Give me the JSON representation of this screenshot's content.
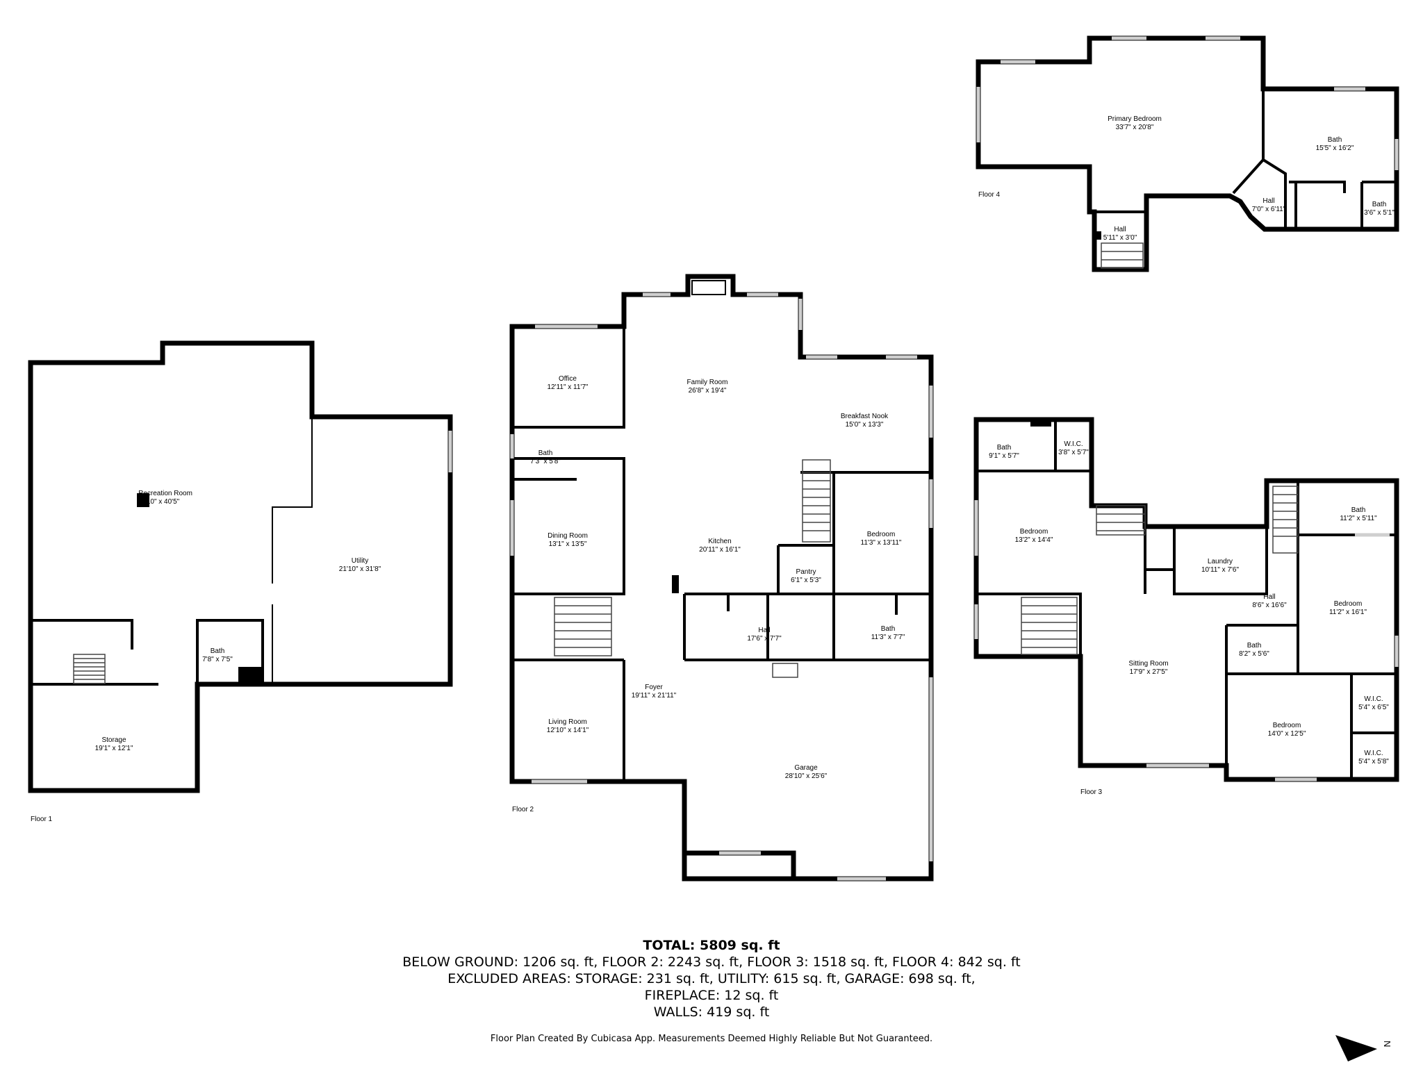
{
  "floors": {
    "floor1": {
      "label": "Floor 1",
      "rooms": [
        {
          "name": "Recreation Room",
          "dims": "32'10\" x 40'5\""
        },
        {
          "name": "Utility",
          "dims": "21'10\" x 31'8\""
        },
        {
          "name": "Bath",
          "dims": "7'8\" x 7'5\""
        },
        {
          "name": "Storage",
          "dims": "19'1\" x 12'1\""
        }
      ]
    },
    "floor2": {
      "label": "Floor 2",
      "rooms": [
        {
          "name": "Office",
          "dims": "12'11\" x 11'7\""
        },
        {
          "name": "Family Room",
          "dims": "26'8\" x 19'4\""
        },
        {
          "name": "Breakfast Nook",
          "dims": "15'0\" x 13'3\""
        },
        {
          "name": "Bath",
          "dims": "7'3\" x 5'8\""
        },
        {
          "name": "Dining Room",
          "dims": "13'1\" x 13'5\""
        },
        {
          "name": "Kitchen",
          "dims": "20'11\" x 16'1\""
        },
        {
          "name": "Bedroom",
          "dims": "11'3\" x 13'11\""
        },
        {
          "name": "Pantry",
          "dims": "6'1\" x 5'3\""
        },
        {
          "name": "Hall",
          "dims": "17'6\" x 7'7\""
        },
        {
          "name": "Bath",
          "dims": "11'3\" x 7'7\""
        },
        {
          "name": "Foyer",
          "dims": "19'11\" x 21'11\""
        },
        {
          "name": "Living Room",
          "dims": "12'10\" x 14'1\""
        },
        {
          "name": "Garage",
          "dims": "28'10\" x 25'6\""
        }
      ]
    },
    "floor3": {
      "label": "Floor 3",
      "rooms": [
        {
          "name": "Bath",
          "dims": "9'1\" x 5'7\""
        },
        {
          "name": "W.I.C.",
          "dims": "3'8\" x 5'7\""
        },
        {
          "name": "Bedroom",
          "dims": "13'2\" x 14'4\""
        },
        {
          "name": "Bath",
          "dims": "11'2\" x 5'11\""
        },
        {
          "name": "Laundry",
          "dims": "10'11\" x 7'6\""
        },
        {
          "name": "Hall",
          "dims": "8'6\" x 16'6\""
        },
        {
          "name": "Bedroom",
          "dims": "11'2\" x 16'1\""
        },
        {
          "name": "Bath",
          "dims": "8'2\" x 5'6\""
        },
        {
          "name": "Sitting Room",
          "dims": "17'9\" x 27'5\""
        },
        {
          "name": "W.I.C.",
          "dims": "5'4\" x 6'5\""
        },
        {
          "name": "Bedroom",
          "dims": "14'0\" x 12'5\""
        },
        {
          "name": "W.I.C.",
          "dims": "5'4\" x 5'8\""
        }
      ]
    },
    "floor4": {
      "label": "Floor 4",
      "rooms": [
        {
          "name": "Primary Bedroom",
          "dims": "33'7\" x 20'8\""
        },
        {
          "name": "Bath",
          "dims": "15'5\" x 16'2\""
        },
        {
          "name": "Hall",
          "dims": "7'0\" x 6'11\""
        },
        {
          "name": "Bath",
          "dims": "3'6\" x 5'1\""
        },
        {
          "name": "Hall",
          "dims": "5'11\" x 3'0\""
        }
      ]
    }
  },
  "summary": {
    "total": "TOTAL: 5809 sq. ft",
    "line1": "BELOW GROUND: 1206 sq. ft, FLOOR 2: 2243 sq. ft, FLOOR 3: 1518 sq. ft, FLOOR 4: 842 sq. ft",
    "line2": "EXCLUDED AREAS: STORAGE: 231 sq. ft, UTILITY: 615 sq. ft, GARAGE: 698 sq. ft,",
    "line3": "FIREPLACE: 12 sq. ft",
    "line4": "WALLS: 419 sq. ft"
  },
  "credit": "Floor Plan Created By Cubicasa App. Measurements Deemed Highly Reliable But Not Guaranteed.",
  "compass": {
    "label": "N"
  }
}
